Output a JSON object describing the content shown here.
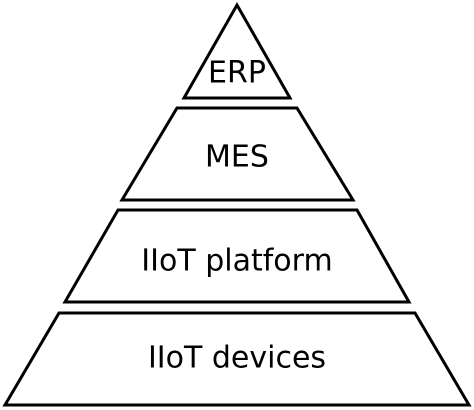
{
  "diagram": {
    "type": "pyramid",
    "tiers": [
      {
        "label": "ERP"
      },
      {
        "label": "MES"
      },
      {
        "label": "IIoT platform"
      },
      {
        "label": "IIoT devices"
      }
    ],
    "colors": {
      "stroke": "#000000",
      "fill": "#ffffff",
      "text": "#000000"
    }
  }
}
